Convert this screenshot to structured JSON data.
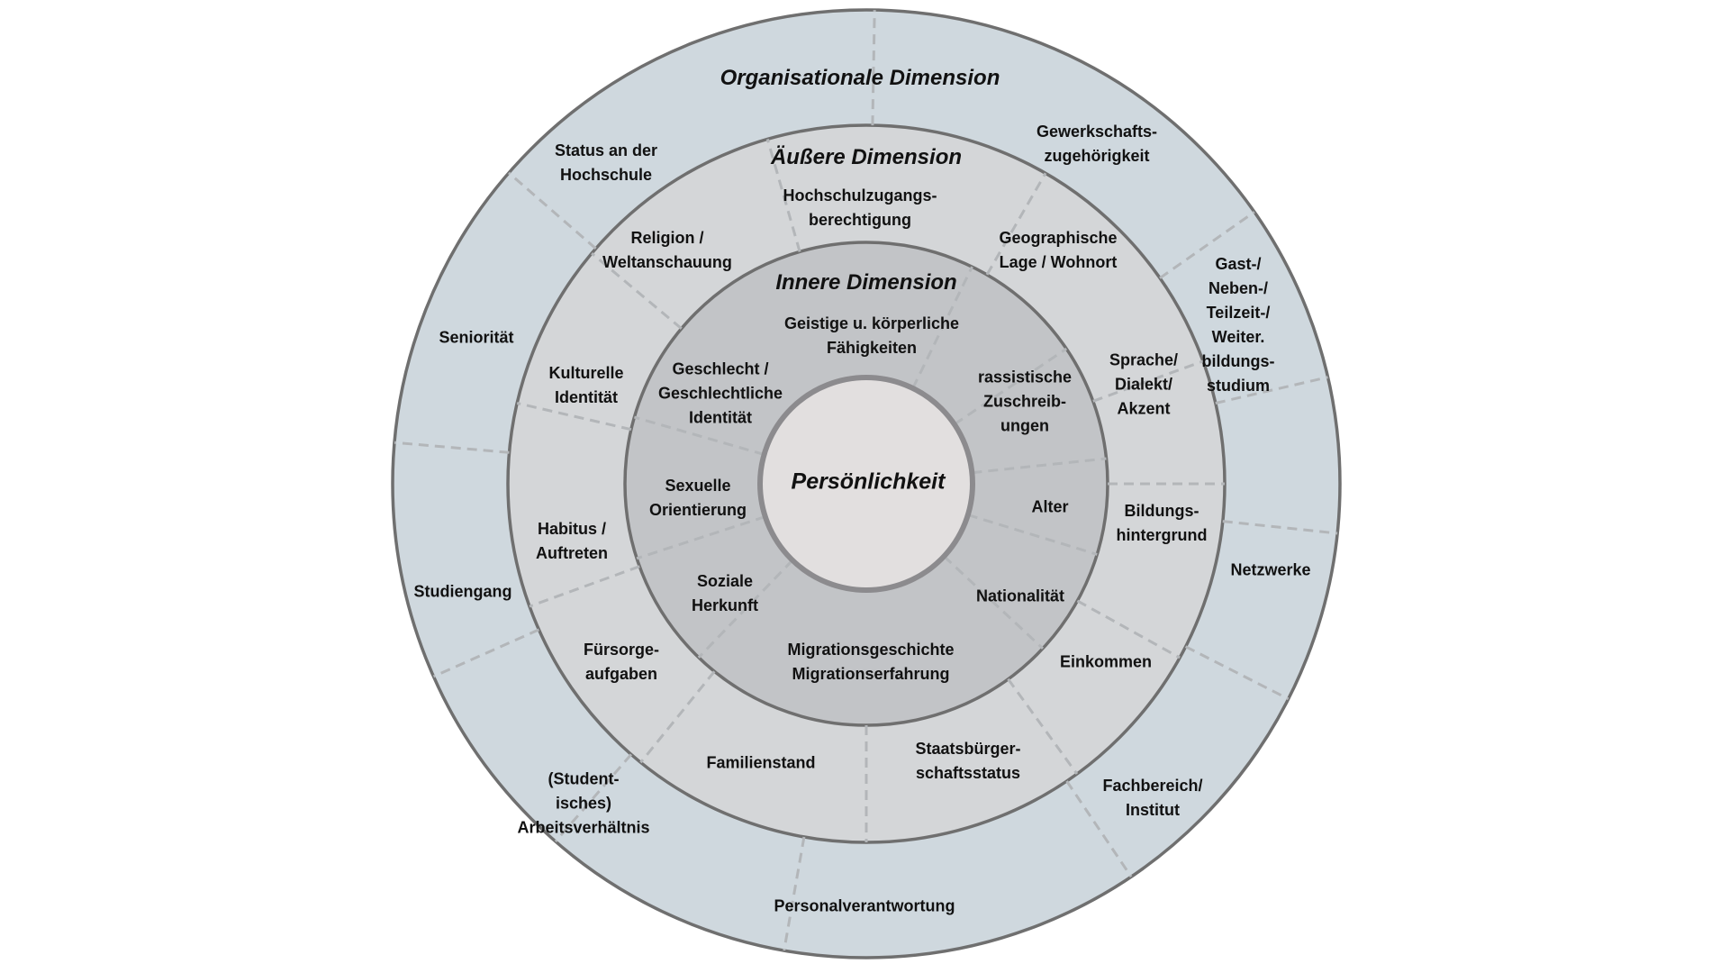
{
  "colors": {
    "outer_ring": "#cfd8de",
    "middle_ring": "#d4d6d8",
    "inner_ring": "#c2c4c7",
    "core": "#e2dfdf",
    "stroke": "#6f6f6f",
    "divider": "#b3b6b9"
  },
  "center": {
    "label": "Persönlichkeit"
  },
  "rings": {
    "organizational": {
      "title": "Organisationale Dimension",
      "items": [
        "Gewerkschafts-\nzugehörigkeit",
        "Gast-/\nNeben-/\nTeilzeit-/\nWeiter.\nbildungs-\nstudium",
        "Netzwerke",
        "Fachbereich/\nInstitut",
        "Personalverantwortung",
        "(Student-\nisches)\nArbeitsverhältnis",
        "Studiengang",
        "Seniorität",
        "Status an der\nHochschule"
      ]
    },
    "external": {
      "title": "Äußere Dimension",
      "items": [
        "Hochschulzugangs-\nberechtigung",
        "Geographische\nLage / Wohnort",
        "Sprache/\nDialekt/\nAkzent",
        "Bildungs-\nhintergrund",
        "Einkommen",
        "Staatsbürger-\nschaftsstatus",
        "Familienstand",
        "Fürsorge-\naufgaben",
        "Habitus /\nAuftreten",
        "Kulturelle\nIdentität",
        "Religion /\nWeltanschauung"
      ]
    },
    "internal": {
      "title": "Innere Dimension",
      "items": [
        "Geistige u. körperliche\nFähigkeiten",
        "rassistische\nZuschreib-\nungen",
        "Alter",
        "Nationalität",
        "Migrationsgeschichte\nMigrationserfahrung",
        "Soziale\nHerkunft",
        "Sexuelle\nOrientierung",
        "Geschlecht /\nGeschlechtliche\nIdentität"
      ]
    }
  }
}
